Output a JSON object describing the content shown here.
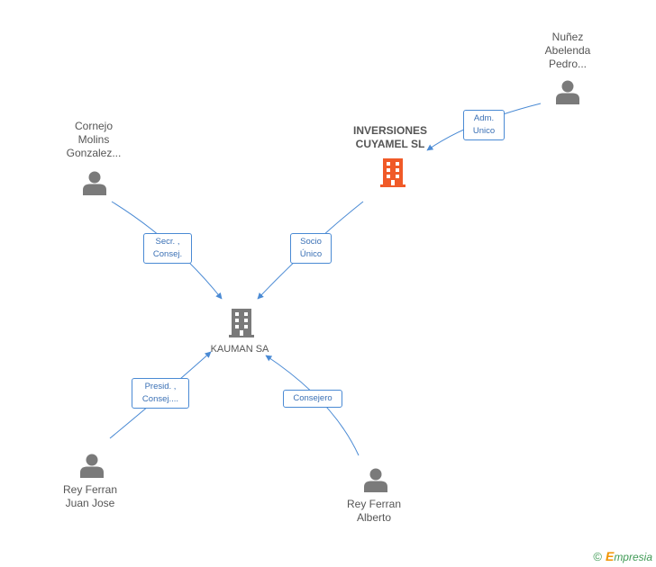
{
  "nodes": {
    "main_company": {
      "label": "KAUMAN SA"
    },
    "parent_company": {
      "label": "INVERSIONES\nCUYAMEL SL"
    },
    "person_nunez": {
      "label": "Nuñez\nAbelenda\nPedro..."
    },
    "person_cornejo": {
      "label": "Cornejo\nMolins\nGonzalez..."
    },
    "person_rey_juan": {
      "label": "Rey Ferran\nJuan Jose"
    },
    "person_rey_alberto": {
      "label": "Rey Ferran\nAlberto"
    }
  },
  "edges": {
    "nunez_to_parent": "Adm.\nUnico",
    "cornejo_to_main": "Secr. ,\nConsej.",
    "parent_to_main": "Socio\nÚnico",
    "juan_to_main": "Presid. ,\nConsej....",
    "alberto_to_main": "Consejero"
  },
  "colors": {
    "edge": "#4a8ad4",
    "person_icon": "#7a7a7a",
    "main_company_icon": "#7a7a7a",
    "parent_company_icon": "#f05a28"
  },
  "footer": {
    "copyright_symbol": "©",
    "brand_initial": "E",
    "brand_rest": "mpresia"
  }
}
